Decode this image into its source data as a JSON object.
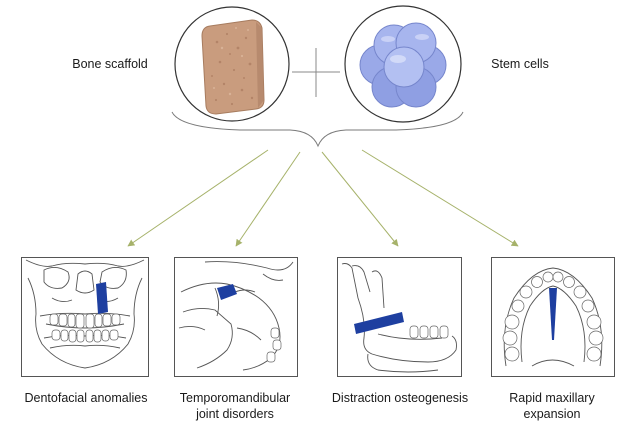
{
  "top": {
    "left_label": "Bone scaffold",
    "right_label": "Stem cells"
  },
  "applications": [
    {
      "label_line1": "Dentofacial anomalies",
      "label_line2": ""
    },
    {
      "label_line1": "Temporomandibular",
      "label_line2": "joint disorders"
    },
    {
      "label_line1": "Distraction osteogenesis",
      "label_line2": ""
    },
    {
      "label_line1": "Rapid maxillary",
      "label_line2": "expansion"
    }
  ],
  "colors": {
    "scaffold": "#c99c7e",
    "cells": "#9aa9e8",
    "arrow": "#a6b26a",
    "graft": "#1e3fa0",
    "outline": "#555555"
  }
}
